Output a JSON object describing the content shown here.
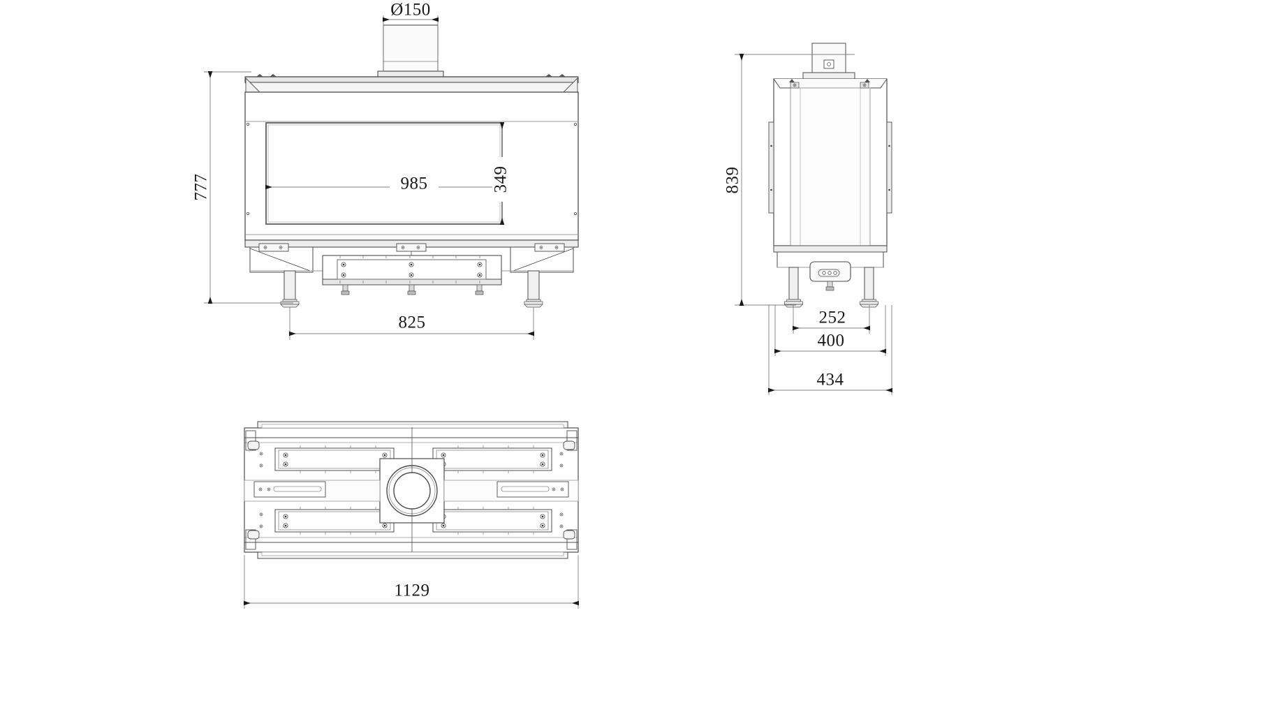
{
  "drawing": {
    "title": "Linear gas fireplace insert — dimensioned orthographic drawing",
    "units": "mm",
    "line_color": "#4d4d4d",
    "dim_line_color": "#808080",
    "text_color": "#1a1a1a",
    "background_color": "#ffffff",
    "fill_light": "#f2f2f2",
    "fill_mid": "#e0e0e0"
  },
  "views": {
    "front": {
      "name": "front-elevation-view",
      "dimensions": {
        "flue_diameter": "Ø150",
        "overall_height": "777",
        "glass_width": "985",
        "glass_height": "349",
        "leg_span": "825"
      }
    },
    "side": {
      "name": "side-elevation-view",
      "dimensions": {
        "overall_height": "839",
        "inner_leg_span": "252",
        "mid_width": "400",
        "overall_depth": "434"
      }
    },
    "plan": {
      "name": "plan-top-view",
      "dimensions": {
        "overall_width": "1129"
      }
    }
  },
  "labels": {
    "flue_diameter": "Ø150",
    "front_height": "777",
    "glass_width": "985",
    "glass_height": "349",
    "leg_span": "825",
    "side_height": "839",
    "side_252": "252",
    "side_400": "400",
    "side_434": "434",
    "plan_width": "1129"
  }
}
